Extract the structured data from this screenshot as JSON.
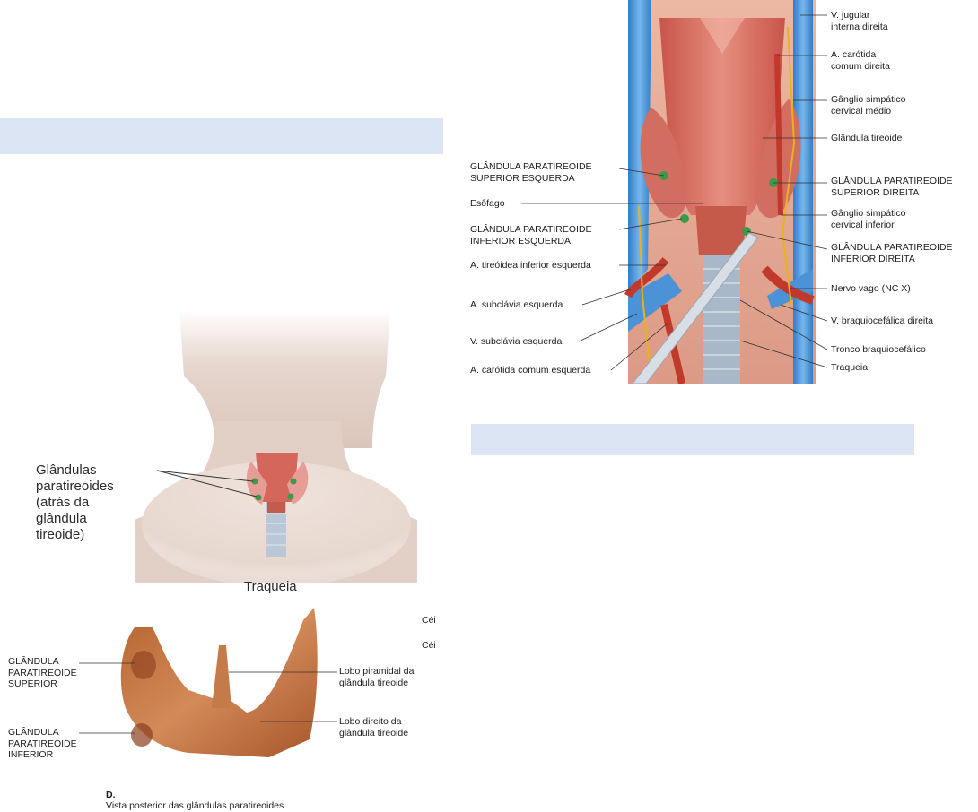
{
  "top_right_figure": {
    "labels_left": [
      "GLÂNDULA PARATIREOIDE\nSUPERIOR ESQUERDA",
      "Esôfago",
      "GLÂNDULA PARATIREOIDE\nINFERIOR ESQUERDA",
      "A. tireóidea inferior esquerda",
      "A. subclávia esquerda",
      "V. subclávia esquerda",
      "A. carótida comum esquerda"
    ],
    "labels_right": [
      "V. jugular\ninterna direita",
      "A. carótida\ncomum direita",
      "Gânglio simpático\ncervical médio",
      "Glândula tireoide",
      "GLÂNDULA PARATIREOIDE\nSUPERIOR DIREITA",
      "Gânglio simpático\ncervical inferior",
      "GLÂNDULA PARATIREOIDE\nINFERIOR DIREITA",
      "Nervo vago (NC X)",
      "V. braquiocefálica direita",
      "Tronco braquiocefálico",
      "Traqueia"
    ]
  },
  "neck_figure": {
    "glands_label": "Glândulas\nparatireoides\n(atrás da\nglândula\ntireoide)",
    "trachea_label": "Traqueia"
  },
  "bottom_figure": {
    "labels_left": [
      "GLÂNDULA\nPARATIREOIDE\nSUPERIOR",
      "GLÂNDULA\nPARATIREOIDE\nINFERIOR"
    ],
    "labels_right": [
      "Lobo piramidal da\nglândula tireoide",
      "Lobo direito da\nglândula tireoide"
    ],
    "cut_labels": [
      "Céi",
      "Céi"
    ],
    "caption_letter": "D.",
    "caption_text": "Vista posterior das glândulas paratireoides"
  }
}
